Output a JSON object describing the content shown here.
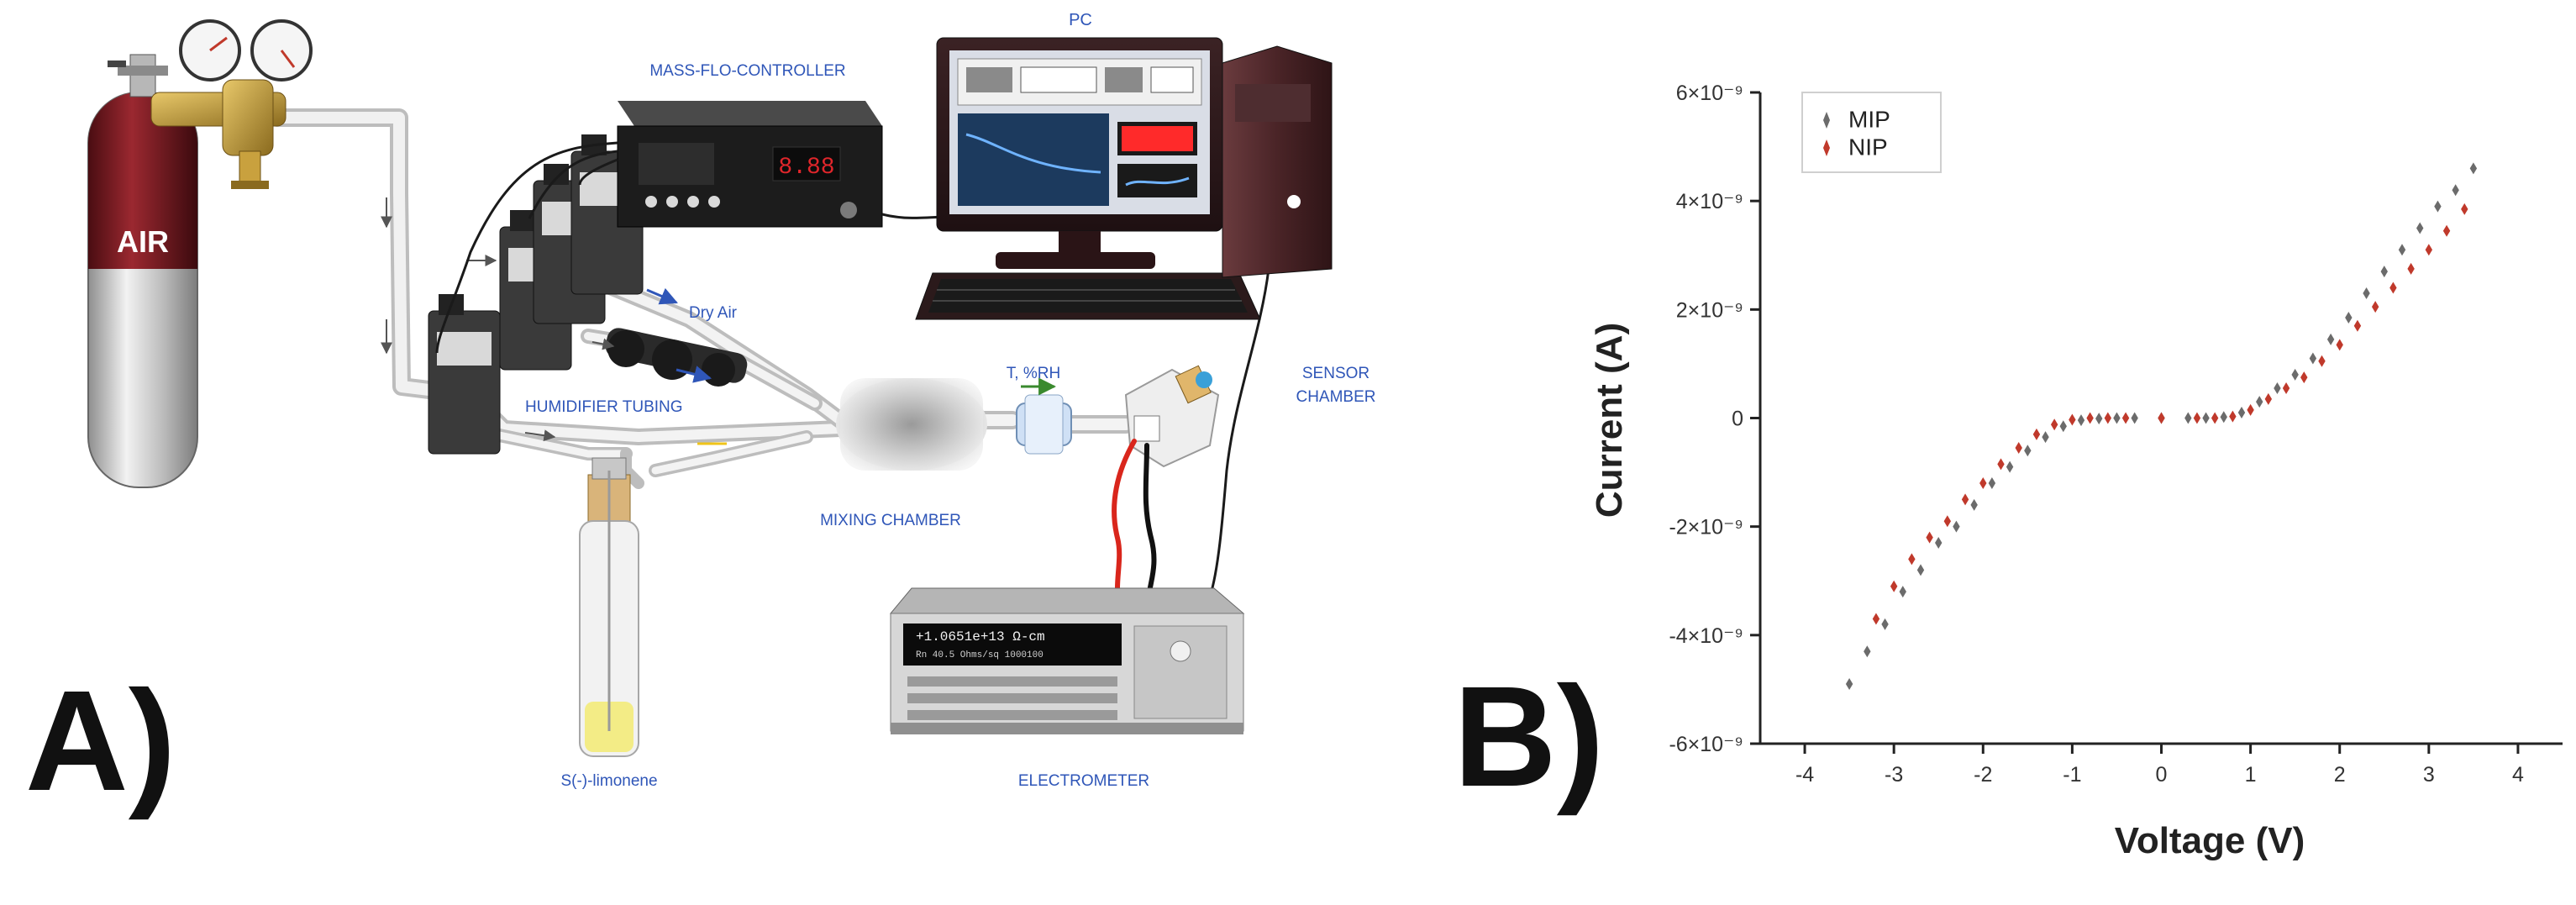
{
  "panel_a": {
    "letter": "A)",
    "cylinder_text": "AIR",
    "labels": {
      "mfc": "MASS-FLO-CONTROLLER",
      "pc": "PC",
      "dry_air": "Dry Air",
      "humidifier": "HUMIDIFIER TUBING",
      "mixing": "MIXING CHAMBER",
      "t_rh": "T, %RH",
      "sensor_1": "SENSOR",
      "sensor_2": "CHAMBER",
      "limonene": "S(-)-limonene",
      "electrometer": "ELECTROMETER"
    },
    "mfc_display": "8.88",
    "electrometer_display_1": "+1.0651e+13 Ω-cm",
    "electrometer_display_2": "Rn 40.5  Ohms/sq  1000100"
  },
  "panel_b": {
    "letter": "B)"
  },
  "chart_data": {
    "type": "scatter",
    "xlabel": "Voltage (V)",
    "ylabel": "Current (A)",
    "xlim": [
      -4.5,
      4.5
    ],
    "ylim": [
      -6e-09,
      6e-09
    ],
    "x_ticks": [
      "-4",
      "-3",
      "-2",
      "-1",
      "0",
      "1",
      "2",
      "3",
      "4"
    ],
    "y_ticks": [
      "6×10⁻⁹",
      "4×10⁻⁹",
      "2×10⁻⁹",
      "0",
      "-2×10⁻⁹",
      "-4×10⁻⁹",
      "-6×10⁻⁹"
    ],
    "legend_position": "top-left",
    "series": [
      {
        "name": "MIP",
        "color": "#6b6b6b",
        "x": [
          -3.5,
          -3.3,
          -3.1,
          -2.9,
          -2.7,
          -2.5,
          -2.3,
          -2.1,
          -1.9,
          -1.7,
          -1.5,
          -1.3,
          -1.1,
          -0.9,
          -0.7,
          -0.5,
          -0.3,
          0.0,
          0.3,
          0.5,
          0.7,
          0.9,
          1.1,
          1.3,
          1.5,
          1.7,
          1.9,
          2.1,
          2.3,
          2.5,
          2.7,
          2.9,
          3.1,
          3.3,
          3.5
        ],
        "y": [
          -4.9e-09,
          -4.3e-09,
          -3.8e-09,
          -3.2e-09,
          -2.8e-09,
          -2.3e-09,
          -2e-09,
          -1.6e-09,
          -1.2e-09,
          -9e-10,
          -6e-10,
          -3.5e-10,
          -1.5e-10,
          -4e-11,
          -1e-11,
          0.0,
          0.0,
          0.0,
          0.0,
          0.0,
          2e-11,
          1e-10,
          3e-10,
          5.5e-10,
          8e-10,
          1.1e-09,
          1.45e-09,
          1.85e-09,
          2.3e-09,
          2.7e-09,
          3.1e-09,
          3.5e-09,
          3.9e-09,
          4.2e-09,
          4.6e-09
        ]
      },
      {
        "name": "NIP",
        "color": "#c0392b",
        "x": [
          -3.2,
          -3.0,
          -2.8,
          -2.6,
          -2.4,
          -2.2,
          -2.0,
          -1.8,
          -1.6,
          -1.4,
          -1.2,
          -1.0,
          -0.8,
          -0.6,
          -0.4,
          0.0,
          0.4,
          0.6,
          0.8,
          1.0,
          1.2,
          1.4,
          1.6,
          1.8,
          2.0,
          2.2,
          2.4,
          2.6,
          2.8,
          3.0,
          3.2,
          3.4
        ],
        "y": [
          -3.7e-09,
          -3.1e-09,
          -2.6e-09,
          -2.2e-09,
          -1.9e-09,
          -1.5e-09,
          -1.2e-09,
          -8.5e-10,
          -5.5e-10,
          -3e-10,
          -1.2e-10,
          -3e-11,
          0.0,
          0.0,
          0.0,
          0.0,
          0.0,
          0.0,
          3e-11,
          1.5e-10,
          3.5e-10,
          5.5e-10,
          7.5e-10,
          1.05e-09,
          1.35e-09,
          1.7e-09,
          2.05e-09,
          2.4e-09,
          2.75e-09,
          3.1e-09,
          3.45e-09,
          3.85e-09
        ]
      }
    ]
  }
}
